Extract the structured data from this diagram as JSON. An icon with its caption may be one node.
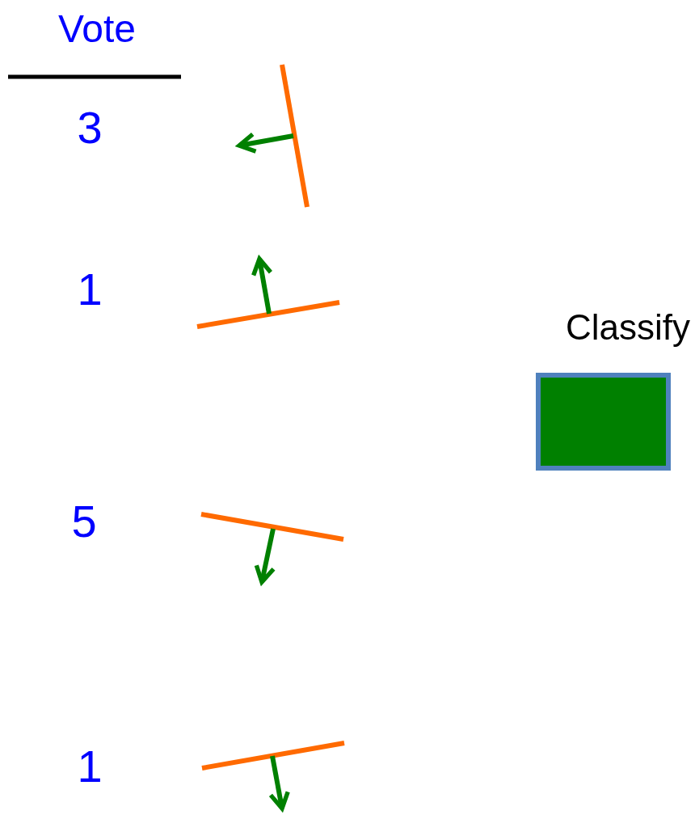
{
  "diagram": {
    "nodes": [
      {
        "text": [
          "Classify"
        ]
      }
    ],
    "labels": [
      "Vote",
      "3",
      "1",
      "5",
      "1"
    ]
  }
}
